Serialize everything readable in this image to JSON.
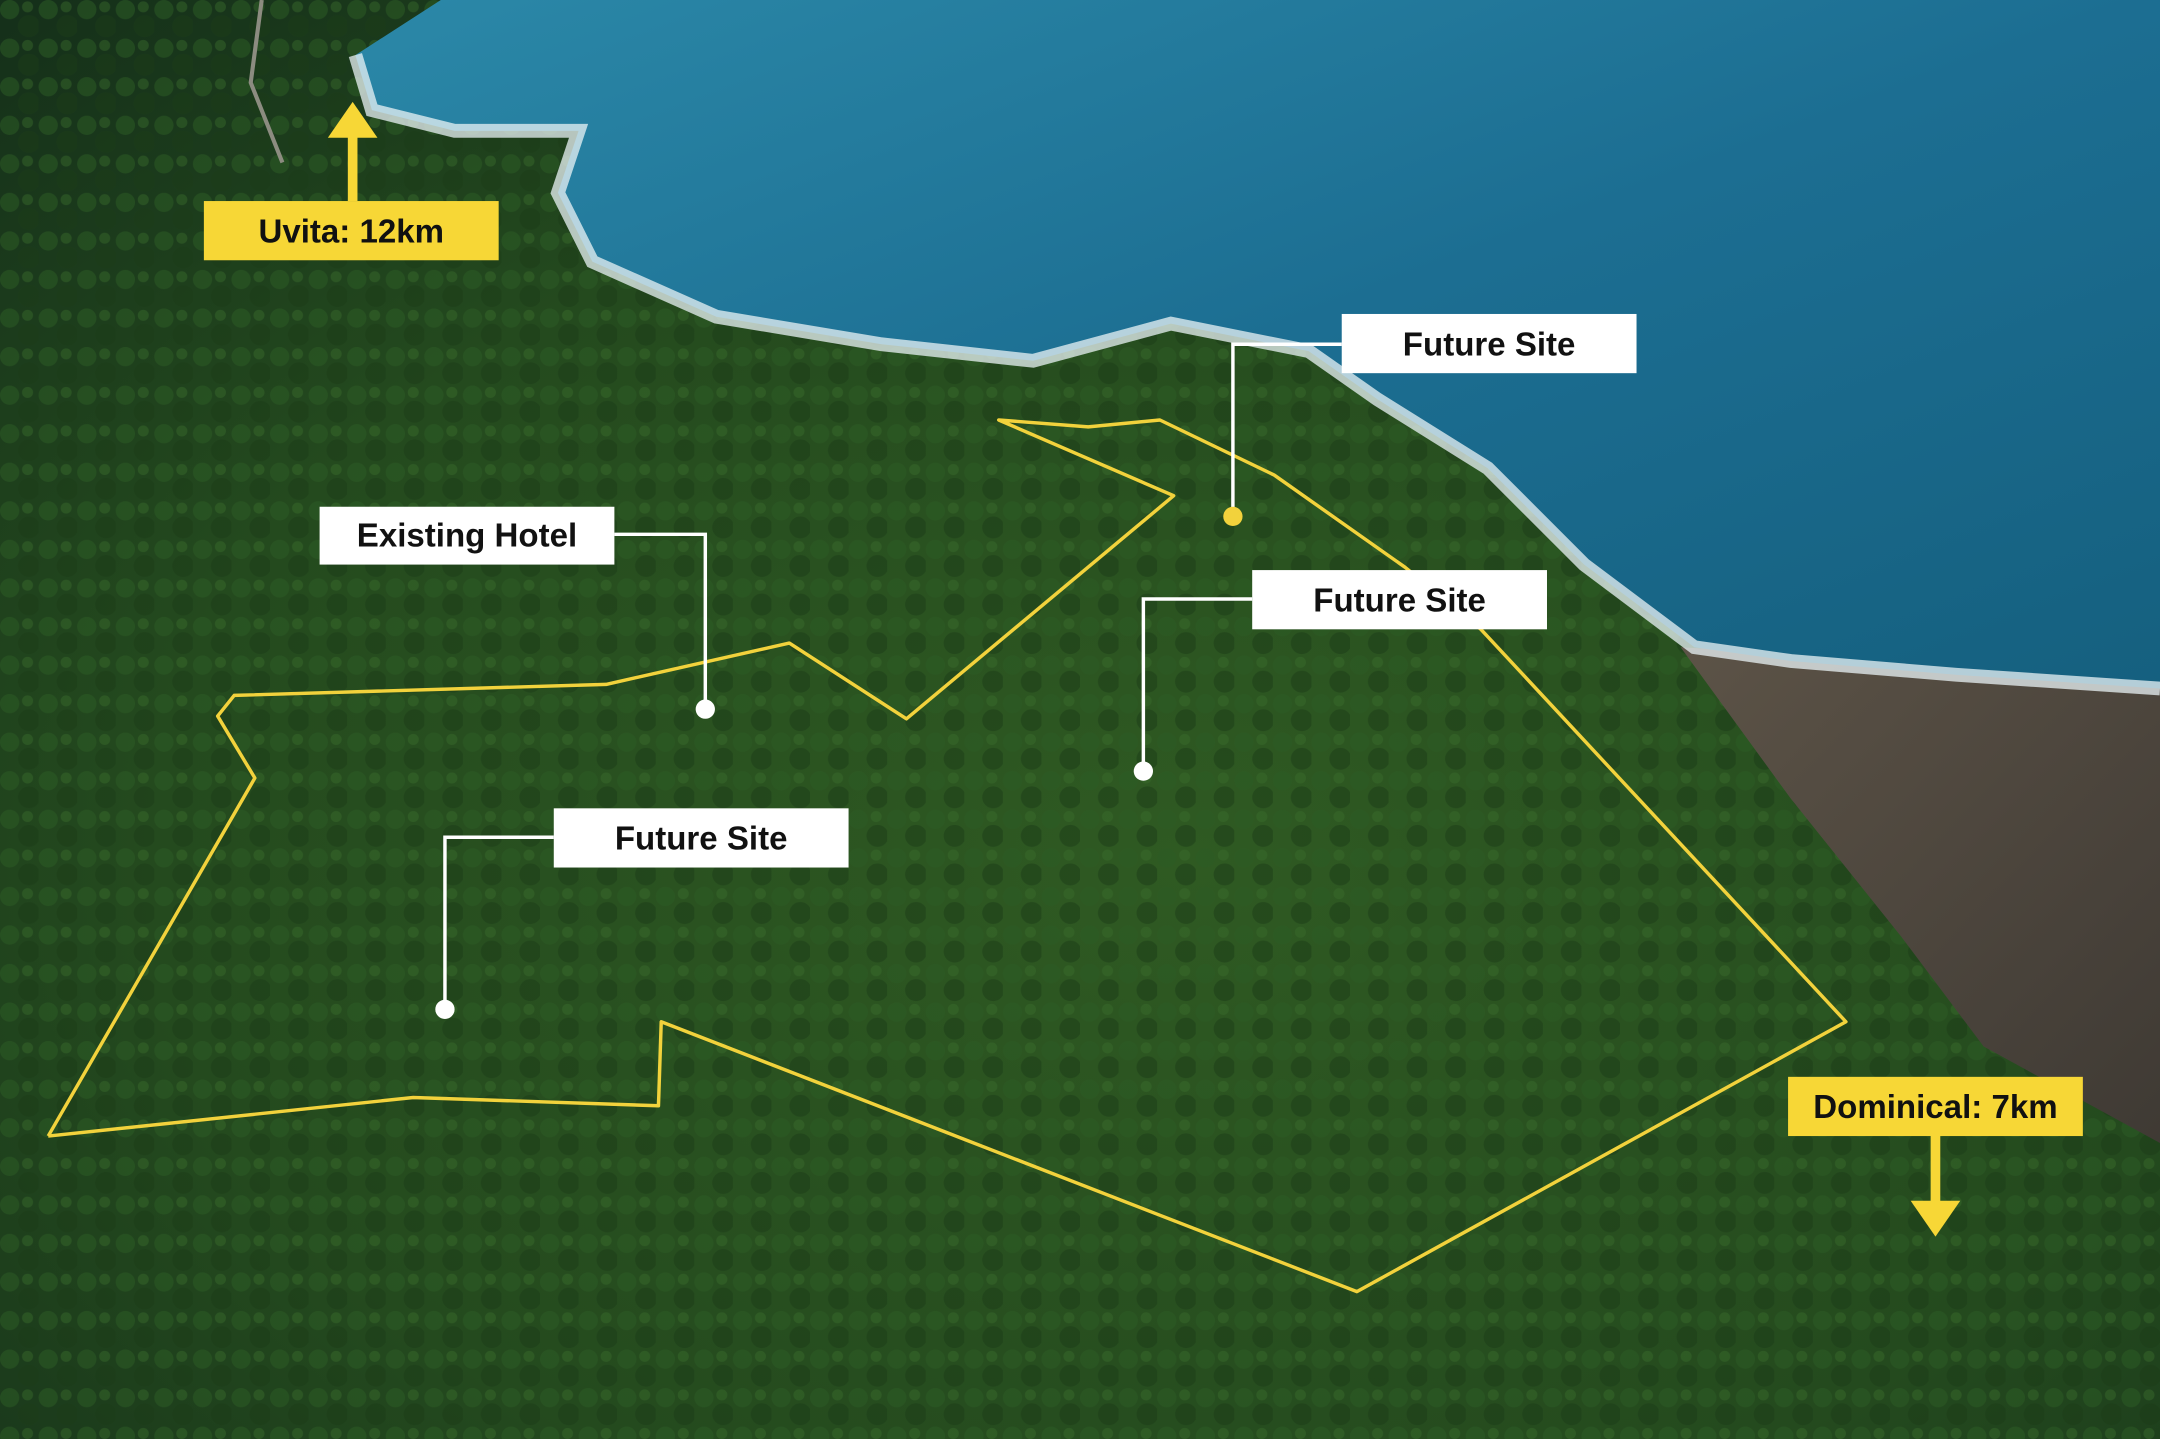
{
  "map": {
    "labels": {
      "uvita": "Uvita: 12km",
      "dominical": "Dominical: 7km",
      "existing_hotel": "Existing Hotel",
      "future_site_top": "Future Site",
      "future_site_middle": "Future Site",
      "future_site_lower": "Future Site"
    },
    "colors": {
      "boundary": "#f2d23c",
      "direction_label_bg": "#f7d736",
      "site_label_bg": "#ffffff",
      "forest": "#24461f",
      "ocean": "#1d6f94"
    }
  }
}
